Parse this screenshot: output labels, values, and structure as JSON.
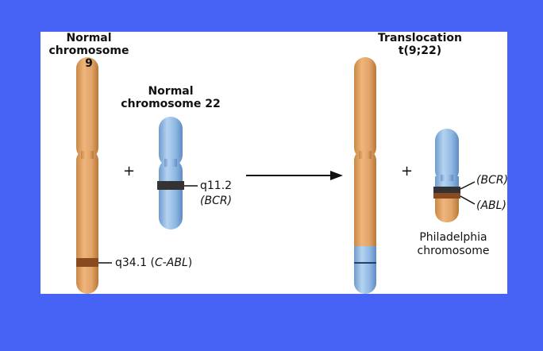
{
  "left_panel": {
    "chr9_title_line1": "Normal",
    "chr9_title_line2": "chromosome 9",
    "chr22_title_line1": "Normal",
    "chr22_title_line2": "chromosome 22",
    "plus": "+",
    "band_q11": "q11.2",
    "band_bcr": "(BCR)",
    "band_q34_prefix": "q34.1 (",
    "band_q34_gene": "C-ABL",
    "band_q34_suffix": ")"
  },
  "right_panel": {
    "title_line1": "Translocation",
    "title_line2": "t(9;22)",
    "plus": "+",
    "label_bcr": "(BCR)",
    "label_abl": "(ABL)",
    "philly_line1": "Philadelphia",
    "philly_line2": "chromosome"
  },
  "colors": {
    "background": "#4763f5",
    "panel": "#ffffff",
    "chromosome_9": "#e0a368",
    "chromosome_22": "#8fb8e3",
    "band_dark": "#333333",
    "band_abl": "#8a4a1f"
  }
}
